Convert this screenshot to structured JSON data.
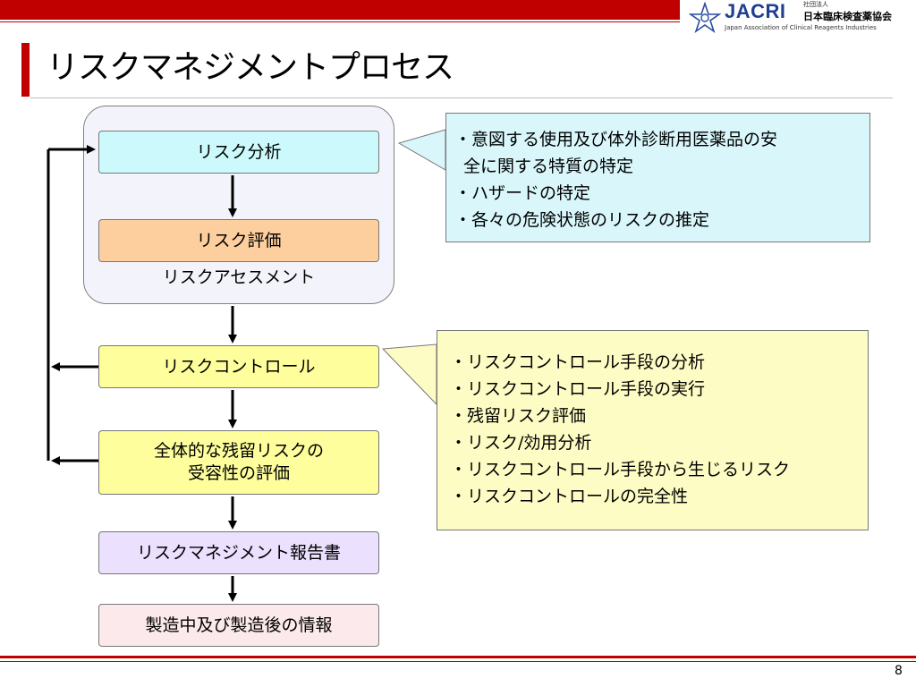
{
  "header": {
    "logo_word": "JACRI",
    "logo_small": "社団法人",
    "logo_jp": "日本臨床検査薬協会",
    "logo_en": "Japan Association of Clinical Reagents Industries",
    "accent_color": "#c00000"
  },
  "title": "リスクマネジメントプロセス",
  "flow": {
    "analysis": "リスク分析",
    "evaluation": "リスク評価",
    "assessment_label": "リスクアセスメント",
    "control": "リスクコントロール",
    "residual_line1": "全体的な残留リスクの",
    "residual_line2": "受容性の評価",
    "report": "リスクマネジメント報告書",
    "post_production": "製造中及び製造後の情報"
  },
  "callout_analysis": {
    "items": [
      "・意図する使用及び体外診断用医薬品の安",
      "全に関する特質の特定",
      "・ハザードの特定",
      "・各々の危険状態のリスクの推定"
    ]
  },
  "callout_control": {
    "items": [
      "・リスクコントロール手段の分析",
      "・リスクコントロール手段の実行",
      "・残留リスク評価",
      "・リスク/効用分析",
      "・リスクコントロール手段から生じるリスク",
      "・リスクコントロールの完全性"
    ]
  },
  "page_number": "8"
}
